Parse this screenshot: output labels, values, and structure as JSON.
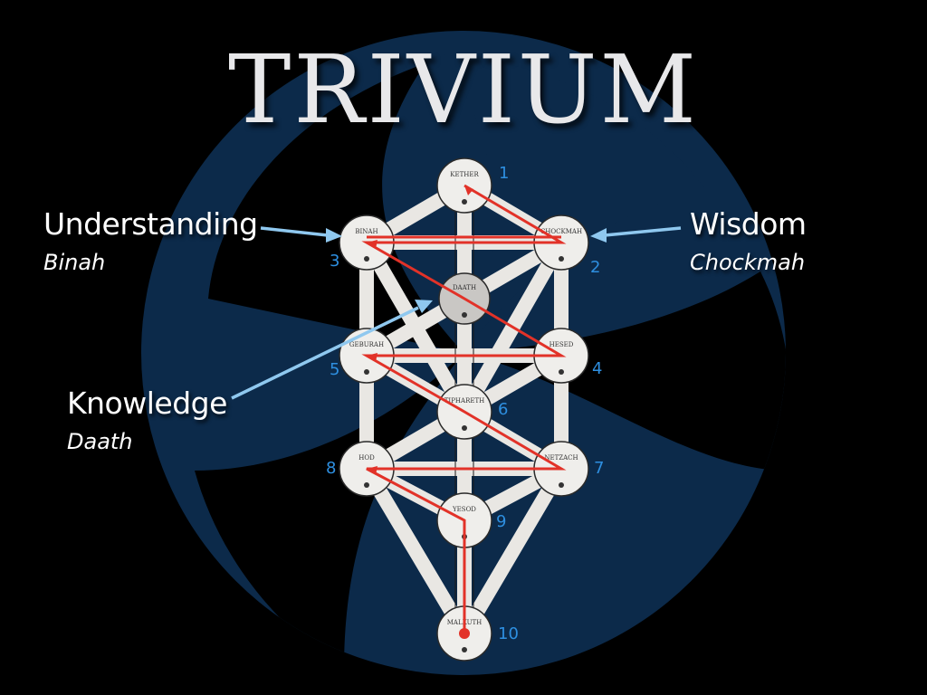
{
  "slide": {
    "title": "TRIVIUM",
    "background_color": "#000000",
    "swirl_color": "#0c2a4a",
    "path_color": "#e23228",
    "arrow_color": "#8fc8ef",
    "number_color": "#2e8fe0"
  },
  "callouts": {
    "understanding": {
      "label": "Understanding",
      "subtitle": "Binah"
    },
    "wisdom": {
      "label": "Wisdom",
      "subtitle": "Chockmah"
    },
    "knowledge": {
      "label": "Knowledge",
      "subtitle": "Daath"
    }
  },
  "sephiroth": [
    {
      "id": "kether",
      "name": "KETHER",
      "number": "1"
    },
    {
      "id": "chockmah",
      "name": "CHOCKMAH",
      "number": "2"
    },
    {
      "id": "binah",
      "name": "BINAH",
      "number": "3"
    },
    {
      "id": "hesed",
      "name": "HESED",
      "number": "4"
    },
    {
      "id": "geburah",
      "name": "GEBURAH",
      "number": "5"
    },
    {
      "id": "tiphareth",
      "name": "TIPHARETH",
      "number": "6"
    },
    {
      "id": "netzach",
      "name": "NETZACH",
      "number": "7"
    },
    {
      "id": "hod",
      "name": "HOD",
      "number": "8"
    },
    {
      "id": "yesod",
      "name": "YESOD",
      "number": "9"
    },
    {
      "id": "malkuth",
      "name": "MALKUTH",
      "number": "10"
    },
    {
      "id": "daath",
      "name": "DAATH",
      "number": ""
    }
  ]
}
